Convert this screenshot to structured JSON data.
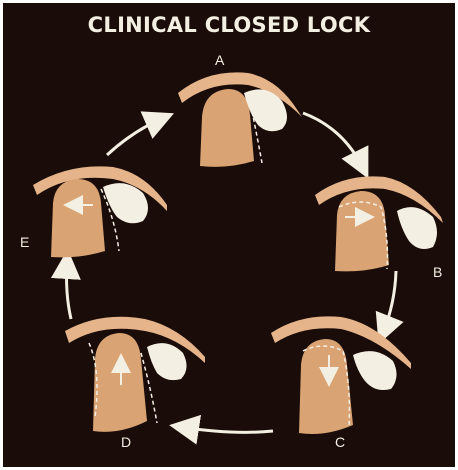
{
  "title": "CLINICAL CLOSED LOCK",
  "stages": [
    {
      "id": "A",
      "label": "A"
    },
    {
      "id": "B",
      "label": "B"
    },
    {
      "id": "C",
      "label": "C"
    },
    {
      "id": "D",
      "label": "D"
    },
    {
      "id": "E",
      "label": "E"
    }
  ],
  "colors": {
    "background": "#1a0c08",
    "condyle": "#d9a373",
    "bone": "#e6b48a",
    "disc": "#f4efe3",
    "text": "#f4efe3"
  }
}
